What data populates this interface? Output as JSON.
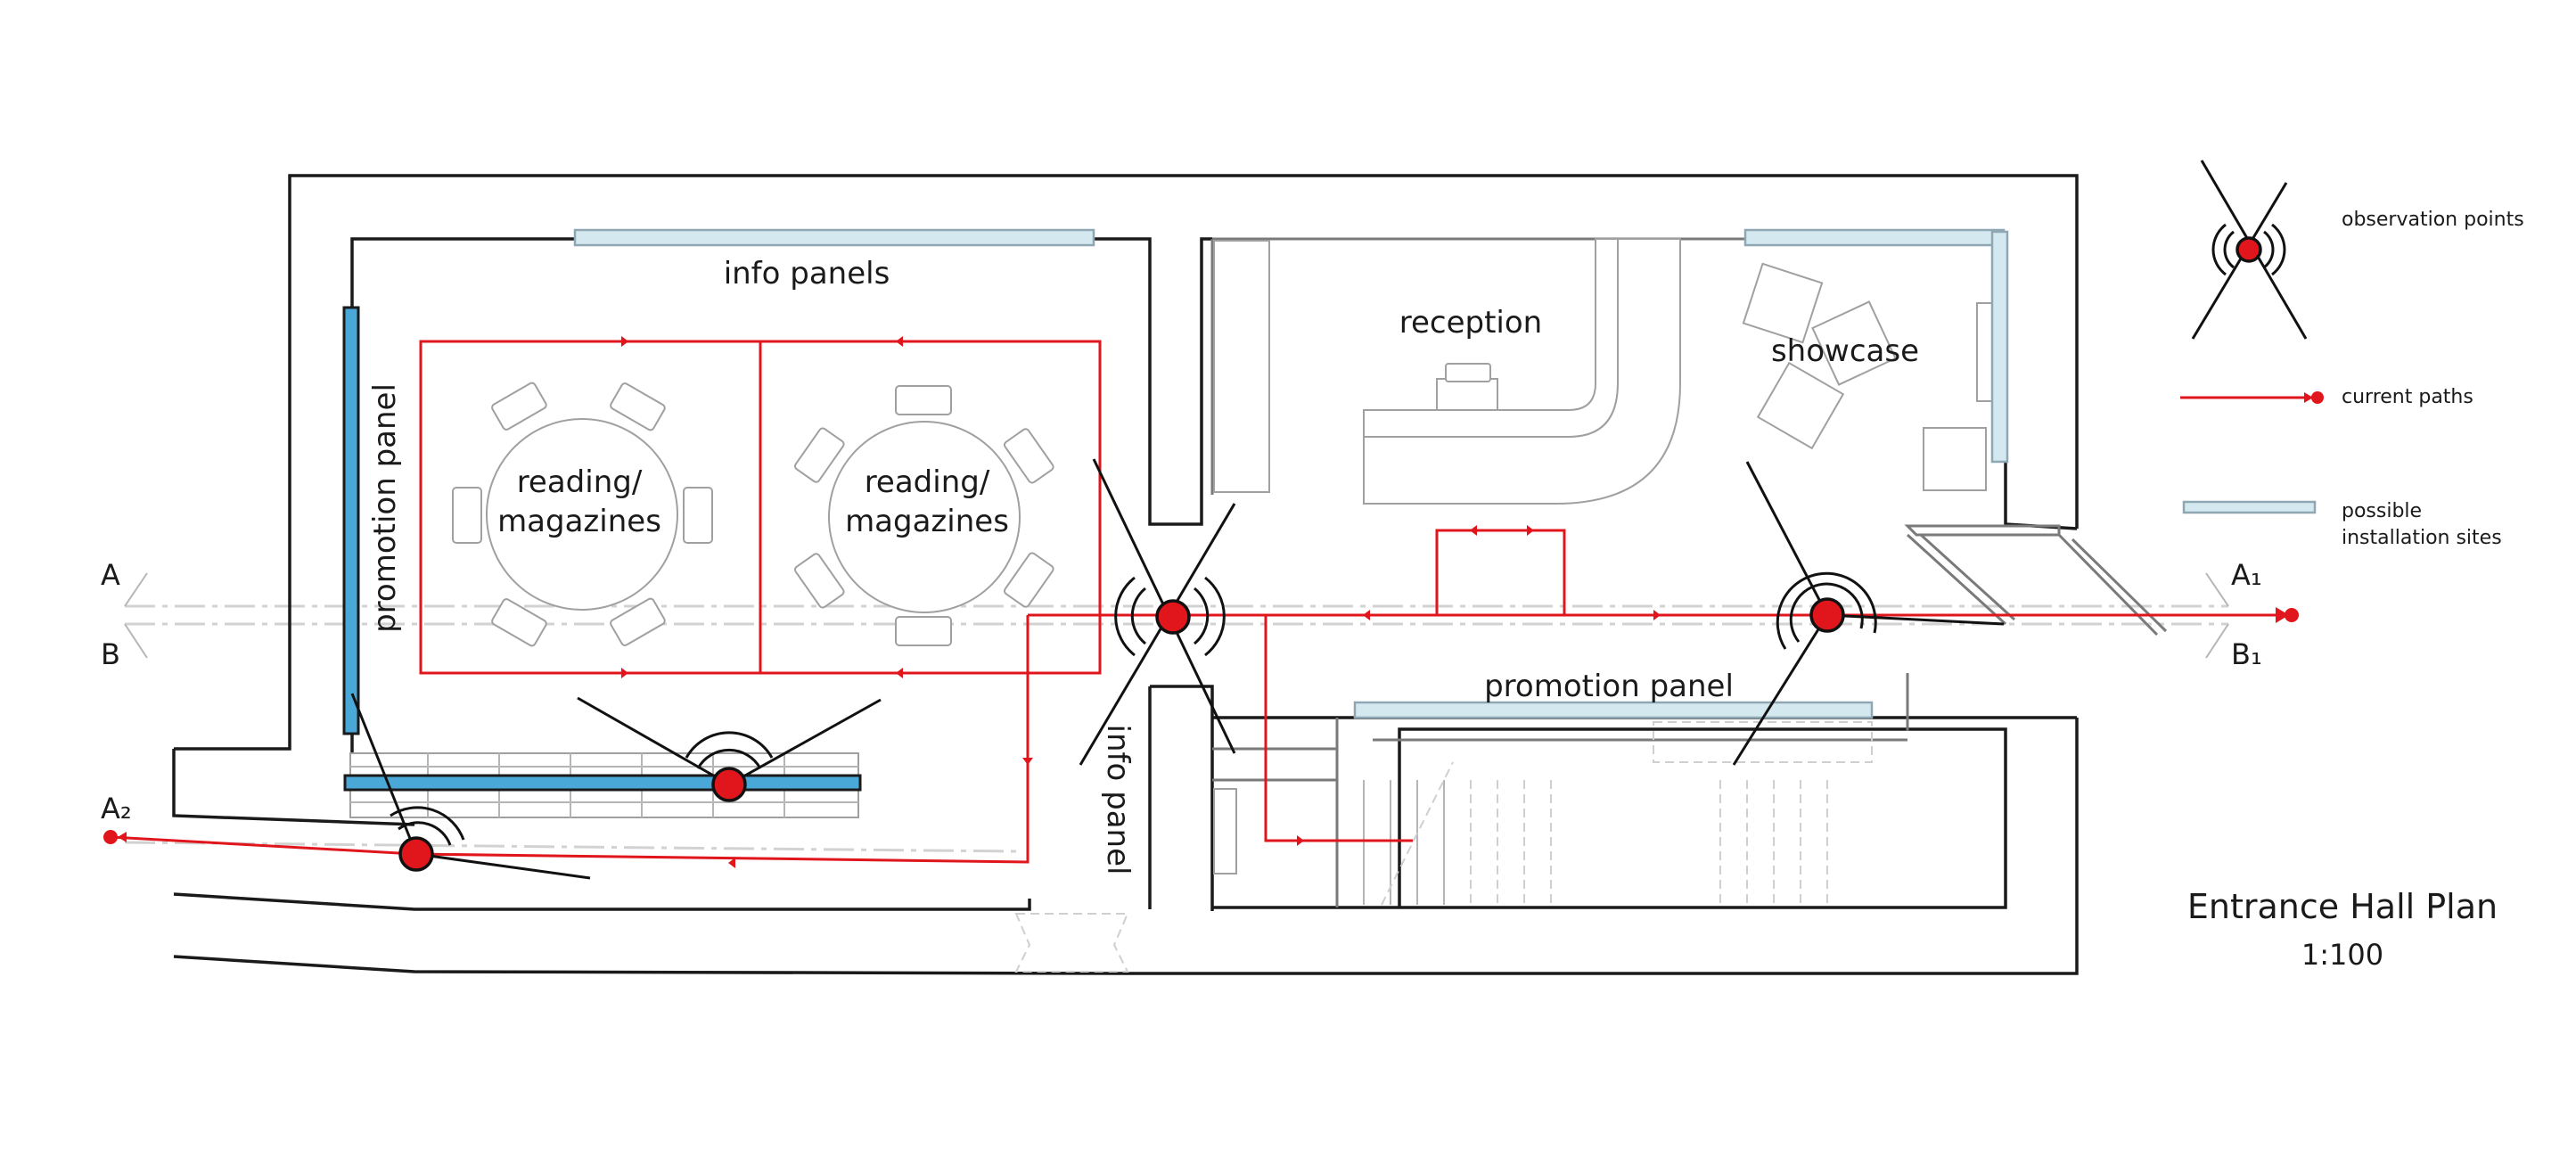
{
  "title": "Entrance Hall Plan",
  "scale": "1:100",
  "labels": {
    "info_panels": "info panels",
    "reception": "reception",
    "showcase": "showcase",
    "reading_1_line1": "reading/",
    "reading_1_line2": "magazines",
    "reading_2_line1": "reading/",
    "reading_2_line2": "magazines",
    "promotion_panel_vertical": "promotion panel",
    "promotion_panel_horizontal": "promotion panel",
    "info_panel_vertical": "info panel"
  },
  "section_markers": {
    "a": "A",
    "b": "B",
    "a1": "A₁",
    "b1": "B₁",
    "a2": "A₂"
  },
  "legend": {
    "observation_points": "observation points",
    "current_paths": "current paths",
    "possible_line1": "possible",
    "possible_line2": "installation sites"
  },
  "colors": {
    "path": "#e0161c",
    "installation_site": "#d4e8f0",
    "installation_site_active": "#4aa8d8",
    "wall": "#1a1a1a",
    "furniture": "#a0a0a0"
  },
  "icons": {
    "observation_point": "observation-point-icon",
    "path_arrow": "arrow-icon"
  }
}
